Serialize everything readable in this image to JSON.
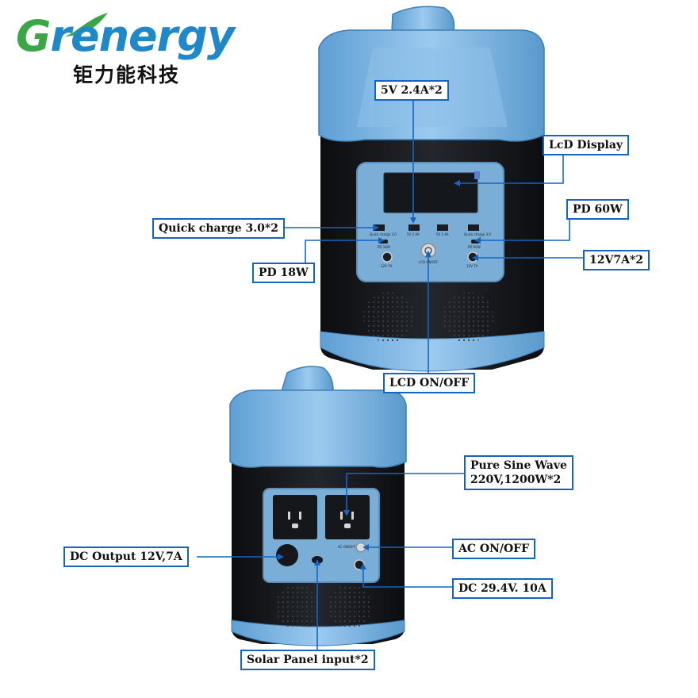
{
  "brand": {
    "logo_first_letter": "G",
    "logo_rest": "renergy",
    "logo_chinese": "钜力能科技",
    "green": "#3aa648",
    "blue": "#1e88c8"
  },
  "colors": {
    "callout_border": "#1565c0",
    "leader_line": "#1565c0",
    "device_blue": "#7fb6e0",
    "device_black": "#121418"
  },
  "front_callouts": {
    "usb_5v": "5V 2.4A*2",
    "lcd_display": "LcD Display",
    "pd_60w": "PD 60W",
    "quick_charge": "Quick charge 3.0*2",
    "pd_18w": "PD 18W",
    "dc_12v7a": "12V7A*2",
    "lcd_onoff": "LCD ON/OFF"
  },
  "back_callouts": {
    "pure_sine_line1": "Pure Sine Wave",
    "pure_sine_line2": "220V,1200W*2",
    "dc_output": "DC Output 12V,7A",
    "ac_onoff": "AC ON/OFF",
    "dc_input": "DC 29.4V. 10A",
    "solar_input": "Solar Panel input*2"
  },
  "panel_small_labels": {
    "quick_charge": "Quick charge 3.0",
    "usb_5v": "5V 2.4A",
    "pd_18w": "PD 18W",
    "pd_60w": "PD 60W",
    "lcd_onoff": "LCD ON/OFF",
    "dc_12v": "12V 7A",
    "ac_onoff": "AC ON/OFF"
  }
}
